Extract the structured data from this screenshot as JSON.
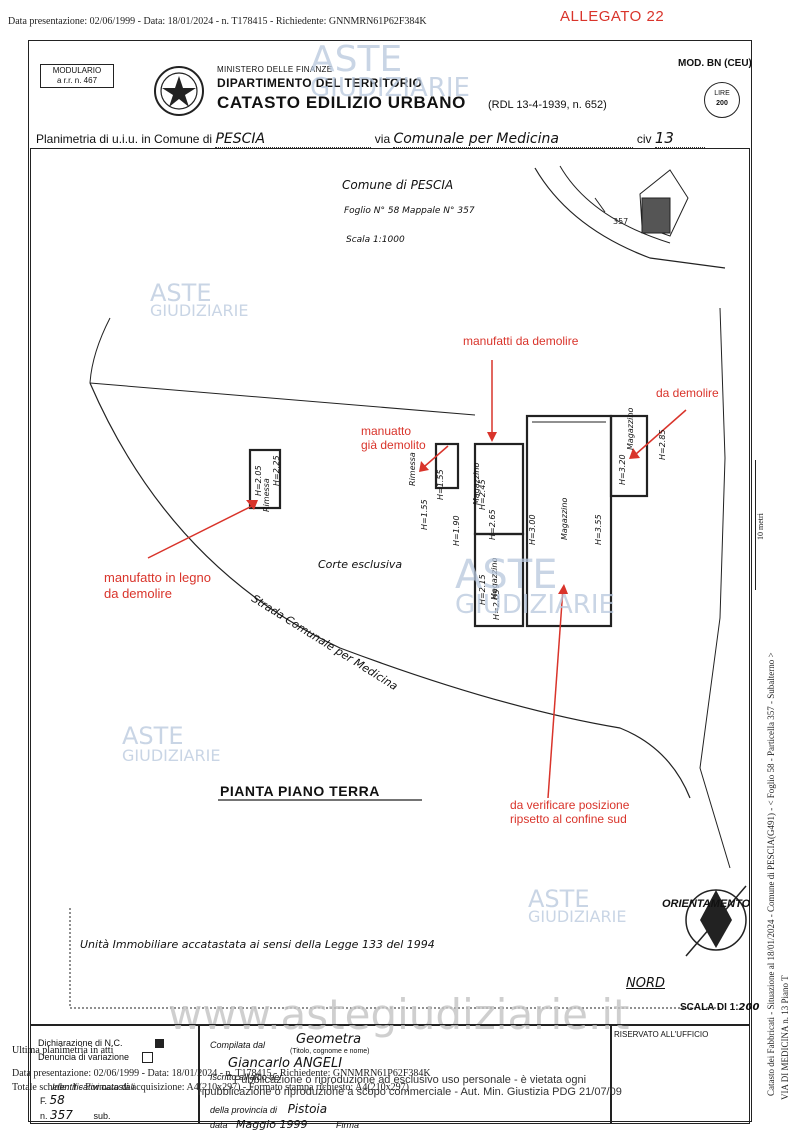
{
  "header": {
    "submission_line": "Data presentazione: 02/06/1999 - Data: 18/01/2024 - n. T178415 - Richiedente: GNNMRN61P62F384K",
    "allegato": "ALLEGATO 22"
  },
  "form": {
    "modulario": "MODULARIO",
    "modulario_code": "a r.r. n. 467",
    "ministry": "MINISTERO DELLE FINANZE",
    "department": "DIPARTIMENTO DEL TERRITORIO",
    "catasto": "CATASTO EDILIZIO URBANO",
    "rdl": "(RDL 13-4-1939, n. 652)",
    "mod": "MOD. BN (CEU)",
    "lire_label": "LIRE",
    "lire_value": "200",
    "planimetria_prefix": "Planimetria di u.i.u. in Comune di",
    "comune": "PESCIA",
    "via_label": "via",
    "via": "Comunale per Medicina",
    "civ_label": "civ",
    "civ": "13"
  },
  "plan": {
    "comune_note": "Comune di PESCIA",
    "foglio_note": "Foglio N° 58 Mappale N° 357",
    "scala_note": "Scala 1:1000",
    "corte": "Corte esclusiva",
    "strada": "Strada Comunale per Medicina",
    "pianta": "PIANTA PIANO TERRA",
    "unita": "Unità Immobiliare accatastata ai sensi della Legge 133 del 1994",
    "orientamento": "ORIENTAMENTO",
    "nord": "NORD",
    "scala_label": "SCALA DI 1:",
    "scala_value": "200",
    "room_labels": [
      "Magazzino",
      "Magazzino",
      "Magazzino",
      "Magazzino",
      "Rimessa",
      "Rimessa"
    ],
    "heights": [
      "H=2.05",
      "H=2.25",
      "H=1.55",
      "H=1.90",
      "H=2.45",
      "H=2.65",
      "H=3.00",
      "H=3.55",
      "H=3.20",
      "H=2.85",
      "H=2.15",
      "H=2.05",
      "H=1.55"
    ]
  },
  "annotations": {
    "manufatti": "manufatti da demolire",
    "da_demolire": "da demolire",
    "manuatto_line1": "manuatto",
    "manuatto_line2": "già demolito",
    "legno_line1": "manufatto in legno",
    "legno_line2": "da demolire",
    "verificare_line1": "da verificare posizione",
    "verificare_line2": "ripsetto al confine sud"
  },
  "watermarks": {
    "aste": "ASTE",
    "giudiziarie": "GIUDIZIARIE",
    "site": "www.astegiudiziarie.it"
  },
  "side_text": {
    "line1": "Catasto dei Fabbricati - Situazione al 18/01/2024 - Comune di PESCIA(G491) - < Foglio 58 - Particella 357 - Subalterno >",
    "line2": "VIA DI MEDICINA n. 13 Piano T",
    "ultima": "Ultima planimetria in atti",
    "metri": "10 metri"
  },
  "bottom": {
    "dichiarazione": "Dichiarazione di N.C.",
    "denuncia": "Denuncia di variazione",
    "identificativi": "Identificativi catastali",
    "f_label": "F.",
    "f_value": "58",
    "n_label": "n.",
    "n_value": "357",
    "sub_label": "sub.",
    "compilata": "Compilata dal",
    "geometra": "Geometra",
    "titolo": "(Titolo, cognome e nome)",
    "nome": "Giancarlo ANGELI",
    "iscritto": "Iscritto all'albo dei",
    "provincia": "della provincia di",
    "provincia_value": "Pistoia",
    "data_label": "data",
    "data_value": "Maggio 1999",
    "firma": "Firma",
    "riservato": "RISERVATO ALL'UFFICIO",
    "ultima_line": "Ultima planimetria in atti",
    "footer1": "Data presentazione: 02/06/1999 - Data: 18/01/2024 - n. T178415 - Richiedente: GNNMRN61P62F384K",
    "footer2": "Totale schede: 1 - Formato di acquisizione: A4(210x297) - Formato stampa richiesto: A4(210x297)",
    "pub1": "Pubblicazione o riproduzione ad esclusivo uso personale - è vietata ogni",
    "pub2": "ripubblicazione o riproduzione a scopo commerciale - Aut. Min. Giustizia PDG 21/07/09"
  }
}
